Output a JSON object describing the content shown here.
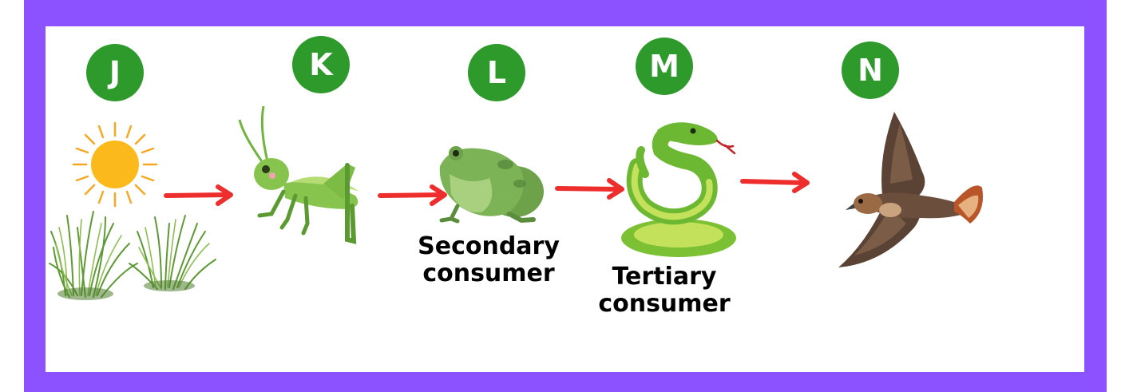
{
  "colors": {
    "frame": "#8c52ff",
    "badge": "#2e9a2c",
    "arrow": "#ee2d2d"
  },
  "badges": [
    "J",
    "K",
    "L",
    "M",
    "N"
  ],
  "captions": {
    "secondary": [
      "Secondary",
      "consumer"
    ],
    "tertiary": [
      "Tertiary",
      "consumer"
    ]
  },
  "icons": [
    "sun-icon",
    "grass-icon",
    "grasshopper-icon",
    "frog-icon",
    "snake-icon",
    "hawk-icon"
  ]
}
